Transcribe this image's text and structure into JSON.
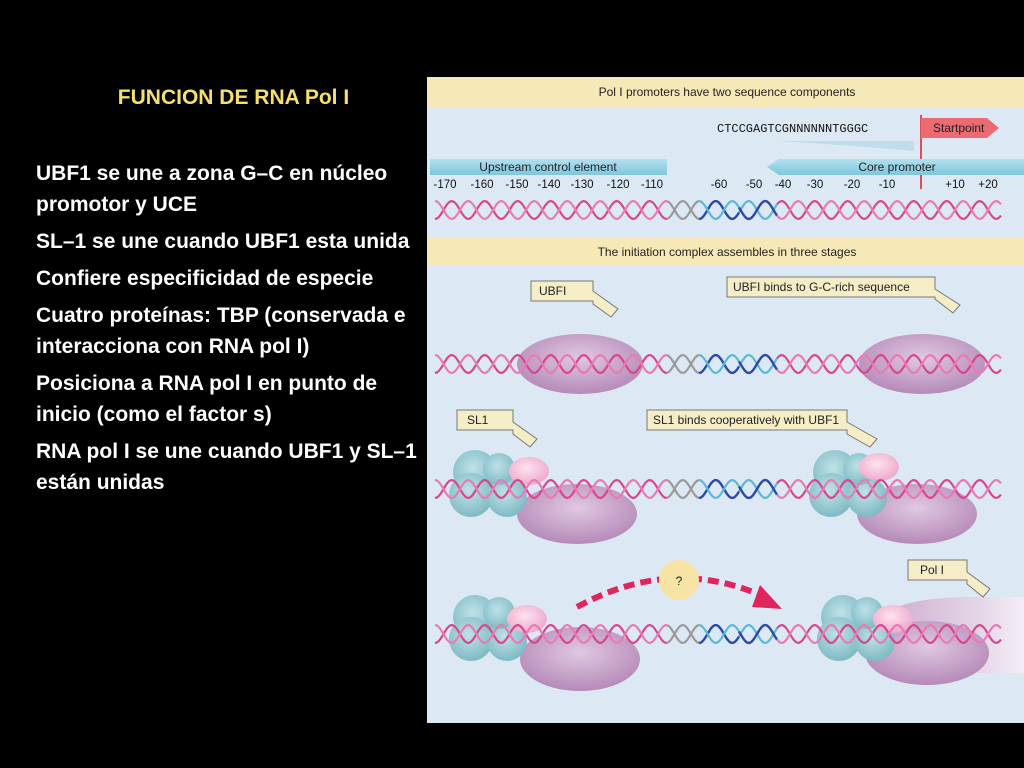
{
  "slide": {
    "title": "FUNCION DE RNA Pol I",
    "bullets": [
      "UBF1 se une a zona G–C en núcleo promotor y UCE",
      "SL–1 se une cuando UBF1 esta unida",
      "Confiere especificidad de especie",
      "Cuatro proteínas: TBP (conservada e interacciona con RNA pol I)",
      "Posiciona a RNA pol I en punto de inicio  (como el factor s)",
      "RNA pol I se une cuando UBF1 y SL–1 están unidas"
    ]
  },
  "figure": {
    "top_title": "Pol I promoters have two sequence components",
    "sequence": "CTCCGAGTCGNNNNNNTGGGC",
    "startpoint_label": "Startpoint",
    "uce_label": "Upstream control element",
    "core_label": "Core promoter",
    "positions": [
      "-170",
      "-160",
      "-150",
      "-140",
      "-130",
      "-120",
      "-110",
      "-60",
      "-50",
      "-40",
      "-30",
      "-20",
      "-10",
      "+10",
      "+20"
    ],
    "bottom_title": "The initiation complex assembles in three stages",
    "ubf_tag": "UBFI",
    "ubf_callout": "UBFI binds to G-C-rich sequence",
    "sl1_tag": "SL1",
    "sl1_callout": "SL1 binds cooperatively with UBF1",
    "question_mark": "?",
    "pol_tag": "Pol I",
    "colors": {
      "panel_bg": "#dce9f5",
      "header_bg": "#f7e8b8",
      "element_bar": "#8ecfe3",
      "ubf_protein": "#c5a0c8",
      "sl1_protein": "#8ec7cf",
      "tbp_protein": "#f4bfd8",
      "arrow_red": "#e0245e",
      "dna_pink": "#d9468f",
      "dna_blue": "#2b49a8"
    }
  }
}
